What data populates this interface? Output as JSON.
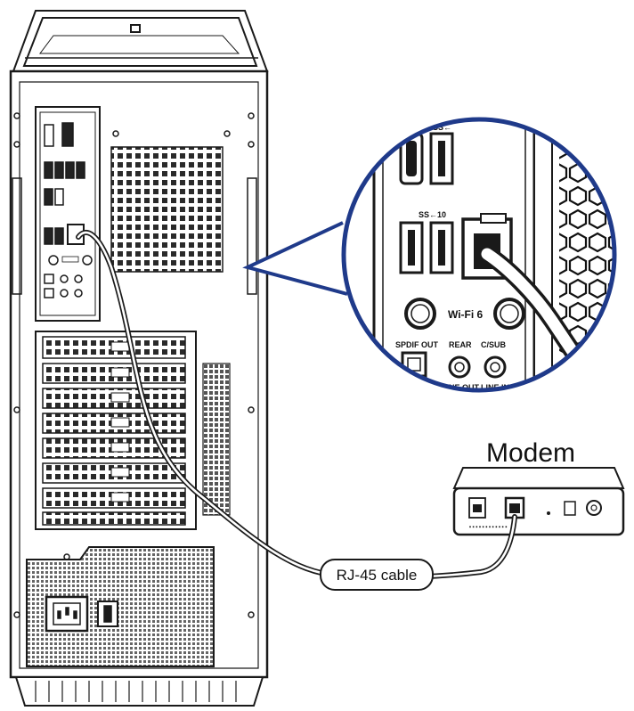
{
  "labels": {
    "modem": "Modem",
    "cable": "RJ-45 cable",
    "usb_a": "SS←",
    "usb_b": "SS←",
    "usb_c": "SS←10",
    "wifi": "Wi-Fi 6",
    "spdif": "SPDIF OUT",
    "rear": "REAR",
    "csub": "C/SUB",
    "line_out": "LINE OUT",
    "line_in": "LINE IN"
  },
  "colors": {
    "line": "#1a1a1a",
    "callout": "#1f3a8a",
    "cable": "#ffffff"
  },
  "icons": [
    "rj45-port-icon",
    "power-socket-icon",
    "usb-port-icon",
    "audio-jack-icon",
    "antenna-connector-icon"
  ]
}
